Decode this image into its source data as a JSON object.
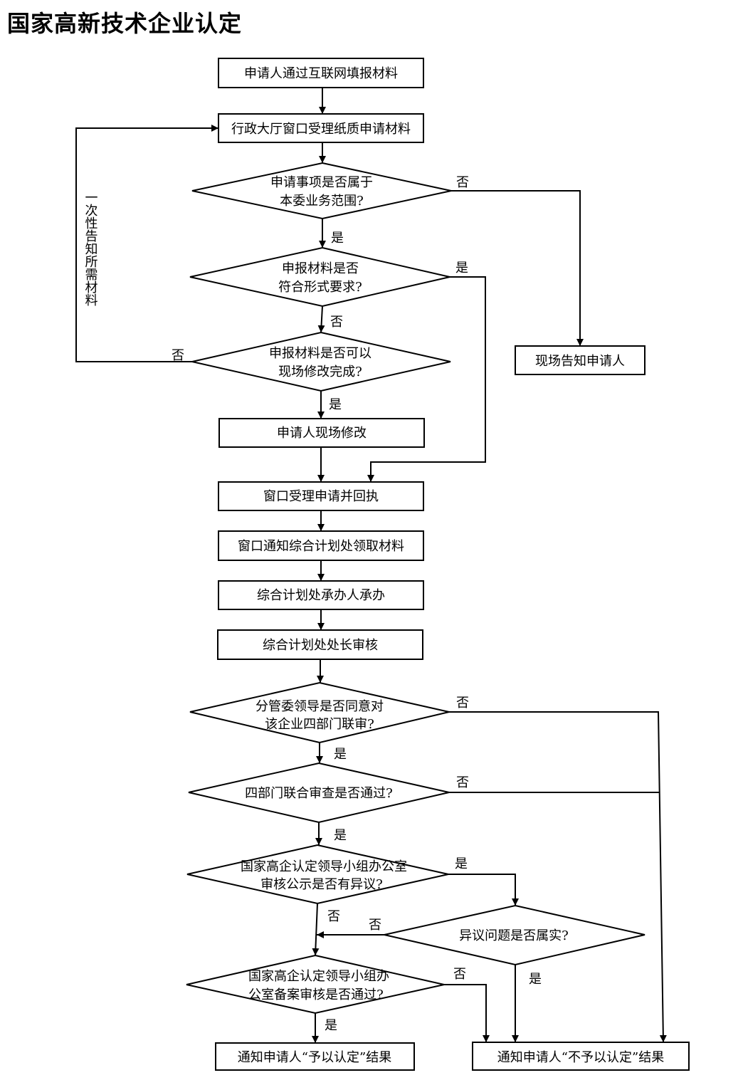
{
  "title": "国家高新技术企业认定",
  "nodes": {
    "apply_online": "申请人通过互联网填报材料",
    "window_accept_paper": "行政大厅窗口受理纸质申请材料",
    "scope_q1": "申请事项是否属于",
    "scope_q2": "本委业务范围?",
    "format_q1": "申报材料是否",
    "format_q2": "符合形式要求?",
    "fix_q1": "申报材料是否可以",
    "fix_q2": "现场修改完成?",
    "onsite_notify": "现场告知申请人",
    "applicant_fix": "申请人现场修改",
    "window_receipt": "窗口受理申请并回执",
    "notify_planning": "窗口通知综合计划处领取材料",
    "planning_handle": "综合计划处承办人承办",
    "director_review": "综合计划处处长审核",
    "leader_q1": "分管委领导是否同意对",
    "leader_q2": "该企业四部门联审?",
    "joint_review_q": "四部门联合审查是否通过?",
    "publicity_q1": "国家高企认定领导小组办公室",
    "publicity_q2": "审核公示是否有异议?",
    "objection_q": "异议问题是否属实?",
    "filing_q1": "国家高企认定领导小组办",
    "filing_q2": "公室备案审核是否通过?",
    "result_yes": "通知申请人“予以认定”结果",
    "result_no": "通知申请人“不予以认定”结果"
  },
  "side_label": "一次性告知所需材料",
  "labels": {
    "yes": "是",
    "no": "否"
  }
}
